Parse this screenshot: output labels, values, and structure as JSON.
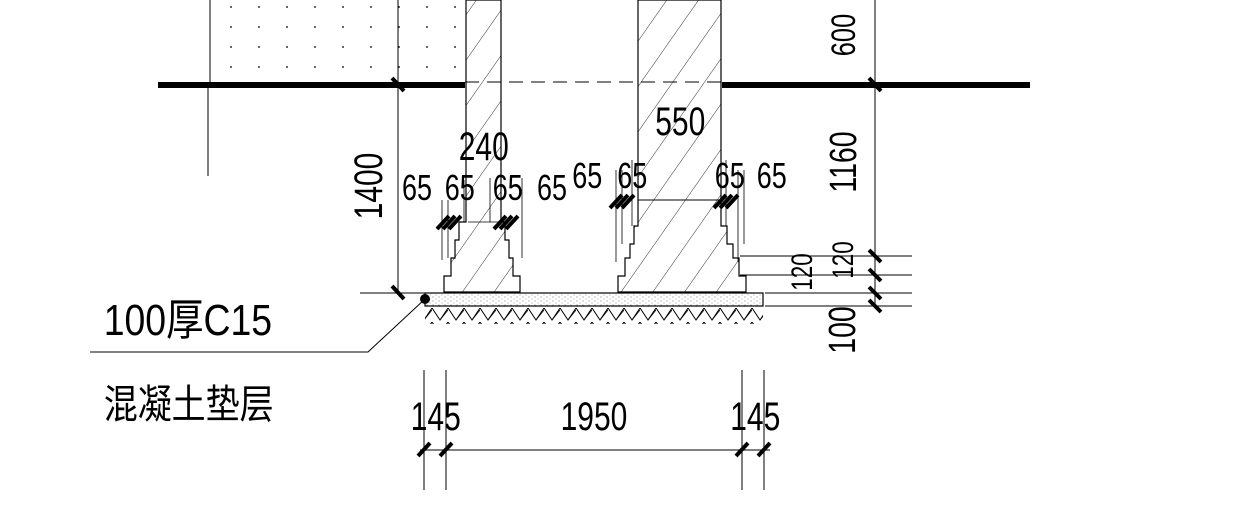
{
  "dims": {
    "top_height": "600",
    "depth": "1400",
    "wall_width": "240",
    "footing_width": "550",
    "step_left": [
      "65",
      "65",
      "65",
      "65"
    ],
    "step_right": [
      "65",
      "65",
      "65",
      "65"
    ],
    "lower_height": "1160",
    "step_height_1": "120",
    "step_height_2": "120",
    "cushion_thickness": "100",
    "base_left": "145",
    "base_mid": "1950",
    "base_right": "145"
  },
  "annotations": {
    "cushion_line1": "100厚C15",
    "cushion_line2": "混凝土垫层"
  }
}
